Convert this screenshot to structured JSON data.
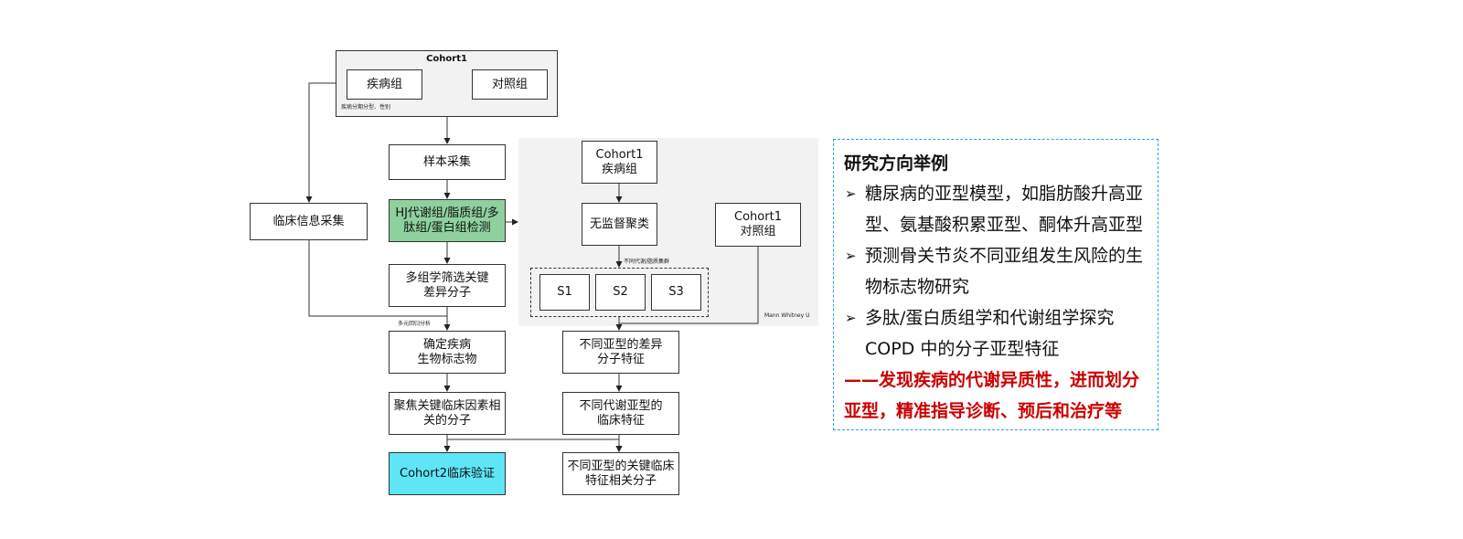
{
  "diagram": {
    "cohort1_top": {
      "title": "Cohort1",
      "disease_group": "疾病组",
      "control_group": "对照组",
      "note": "疾病分期分型、性别"
    },
    "left_column": {
      "sample_collection": "样本采集",
      "omics_detection": "HJ代谢组/脂质组/多肽组/蛋白组检测",
      "screening": "多组学筛选关键\n差异分子",
      "biomarker": "确定疾病\n生物标志物",
      "clinical_focus": "聚焦关键临床因素相\n关的分子",
      "validation": "Cohort2临床验证"
    },
    "clinical_info": "临床信息采集",
    "multifactor_note": "多元回归分析",
    "subtype_panel": {
      "cohort1_disease": "Cohort1\n疾病组",
      "unsupervised": "无监督聚类",
      "cohort1_control": "Cohort1\n对照组",
      "cluster_note": "不同代谢/脂质集群",
      "subtypes": [
        "S1",
        "S2",
        "S3"
      ],
      "test_note": "Mann Whitney U"
    },
    "right_column": {
      "diff_features": "不同亚型的差异\n分子特征",
      "clinical_features": "不同代谢亚型的\n临床特征",
      "key_molecules": "不同亚型的关键临床\n特征相关分子"
    }
  },
  "side_panel": {
    "title": "研究方向举例",
    "bullet_glyph": "➢",
    "items": [
      [
        "糖尿病的亚型模型，如脂肪酸升高亚",
        "型、氨基酸积累亚型、酮体升高亚型"
      ],
      [
        "预测骨关节炎不同亚组发生风险的生",
        "物标志物研究"
      ],
      [
        "多肽/蛋白质组学和代谢组学探究",
        "COPD 中的分子亚型特征"
      ]
    ],
    "conclusion": [
      "——发现疾病的代谢异质性，进而划分",
      "亚型，精准指导诊断、预后和治疗等"
    ],
    "border_color": "#29a0dd",
    "conclusion_color": "#cc0000"
  }
}
